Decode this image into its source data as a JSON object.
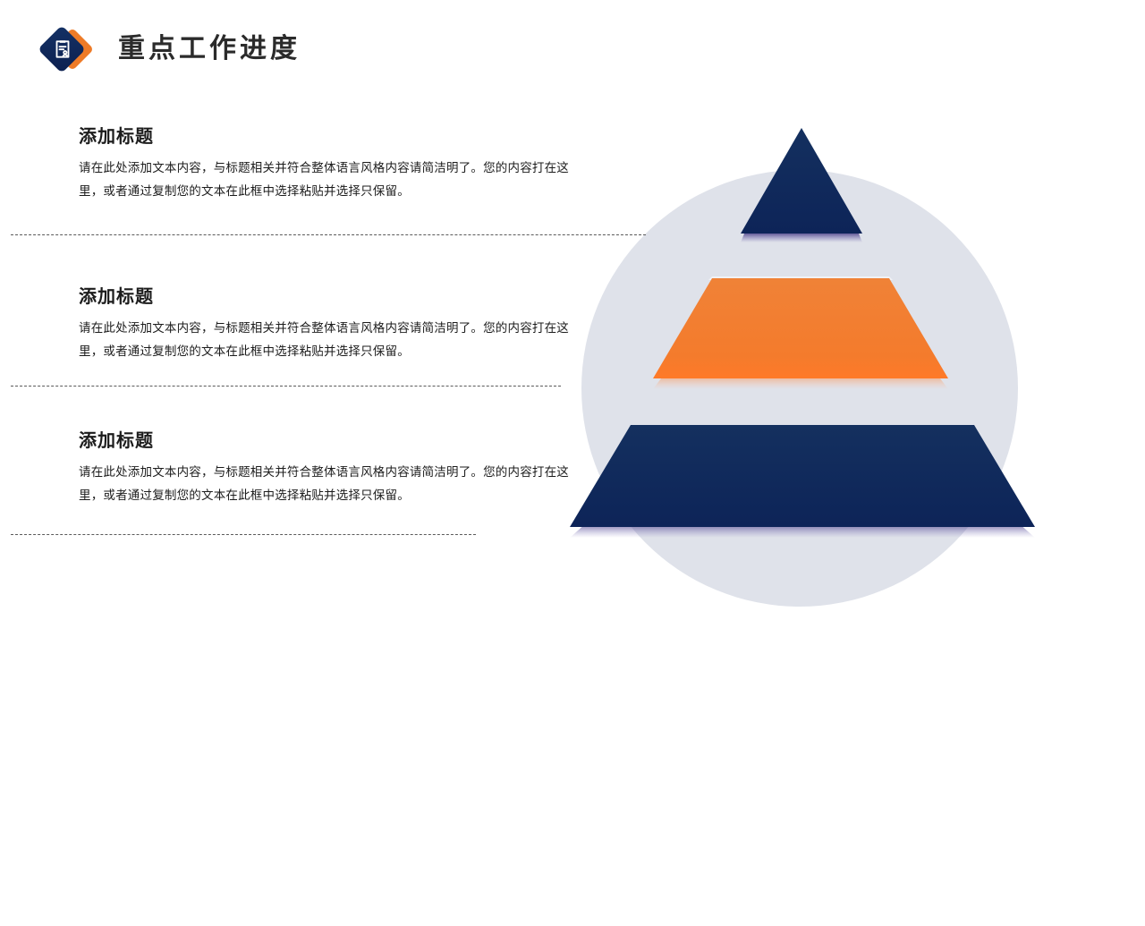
{
  "slide": {
    "title": "重点工作进度",
    "logo_icon": "clipboard-person-icon",
    "background_color": "#FFFFFF",
    "circle_color": "#DFE2EA"
  },
  "colors": {
    "navy": "#10285E",
    "navy_light": "#1A3C78",
    "orange": "#EC7F35",
    "orange_bright": "#FF7A28",
    "title_text": "#2B2B2B",
    "body_text": "#1C1C1C",
    "divider": "#5A5A5A"
  },
  "blocks": [
    {
      "title": "添加标题",
      "body": "请在此处添加文本内容，与标题相关并符合整体语言风格内容请简洁明了。您的内容打在这里，或者通过复制您的文本在此框中选择粘贴并选择只保留。"
    },
    {
      "title": "添加标题",
      "body": "请在此处添加文本内容，与标题相关并符合整体语言风格内容请简洁明了。您的内容打在这里，或者通过复制您的文本在此框中选择粘贴并选择只保留。"
    },
    {
      "title": "添加标题",
      "body": "请在此处添加文本内容，与标题相关并符合整体语言风格内容请简洁明了。您的内容打在这里，或者通过复制您的文本在此框中选择粘贴并选择只保留。"
    }
  ],
  "pyramid": {
    "tiers": [
      {
        "level": 1,
        "shape": "triangle",
        "color": "#10285E",
        "icon": "document-person-icon"
      },
      {
        "level": 2,
        "shape": "trapezoid",
        "color": "#EC7F35",
        "icon": "calendar-check-icon"
      },
      {
        "level": 3,
        "shape": "trapezoid",
        "color": "#10285E",
        "icon": "document-edit-icon"
      }
    ]
  }
}
